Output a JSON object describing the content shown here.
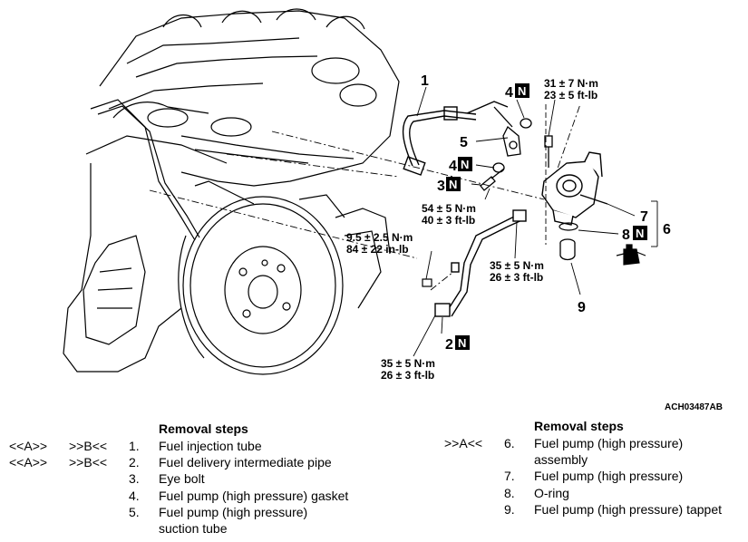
{
  "figure_code": "ACH03487AB",
  "callouts": {
    "c1": "1",
    "c2": "2",
    "c3": "3",
    "c4a": "4",
    "c4b": "4",
    "c5": "5",
    "c6": "6",
    "c7": "7",
    "c8": "8",
    "c9": "9",
    "n_badge": "N"
  },
  "torques": {
    "t_top_nm": "31 ± 7 N·m",
    "t_top_ftlb": "23 ± 5 ft-lb",
    "t_eye_nm": "54 ± 5 N·m",
    "t_eye_ftlb": "40 ± 3 ft-lb",
    "t_small_nm": "9.5 ± 2.5 N·m",
    "t_small_inlb": "84 ± 22 in-lb",
    "t_mid_nm": "35 ± 5 N·m",
    "t_mid_ftlb": "26 ± 3 ft-lb",
    "t_bot_nm": "35 ± 5 N·m",
    "t_bot_ftlb": "26 ± 3 ft-lb"
  },
  "left_steps": {
    "header": "Removal steps",
    "items": [
      {
        "mark_a": "<<A>>",
        "mark_b": ">>B<<",
        "num": "1.",
        "text": "Fuel injection tube",
        "text2": ""
      },
      {
        "mark_a": "<<A>>",
        "mark_b": ">>B<<",
        "num": "2.",
        "text": "Fuel delivery intermediate pipe",
        "text2": ""
      },
      {
        "mark_a": "",
        "mark_b": "",
        "num": "3.",
        "text": "Eye bolt",
        "text2": ""
      },
      {
        "mark_a": "",
        "mark_b": "",
        "num": "4.",
        "text": "Fuel pump (high pressure) gasket",
        "text2": ""
      },
      {
        "mark_a": "",
        "mark_b": "",
        "num": "5.",
        "text": "Fuel pump (high pressure)",
        "text2": "suction tube"
      }
    ]
  },
  "right_steps": {
    "header": "Removal steps",
    "items": [
      {
        "mark": ">>A<<",
        "num": "6.",
        "text": "Fuel pump (high pressure)",
        "text2": "assembly"
      },
      {
        "mark": "",
        "num": "7.",
        "text": "Fuel pump (high pressure)",
        "text2": ""
      },
      {
        "mark": "",
        "num": "8.",
        "text": "O-ring",
        "text2": ""
      },
      {
        "mark": "",
        "num": "9.",
        "text": "Fuel pump (high pressure) tappet",
        "text2": ""
      }
    ]
  }
}
